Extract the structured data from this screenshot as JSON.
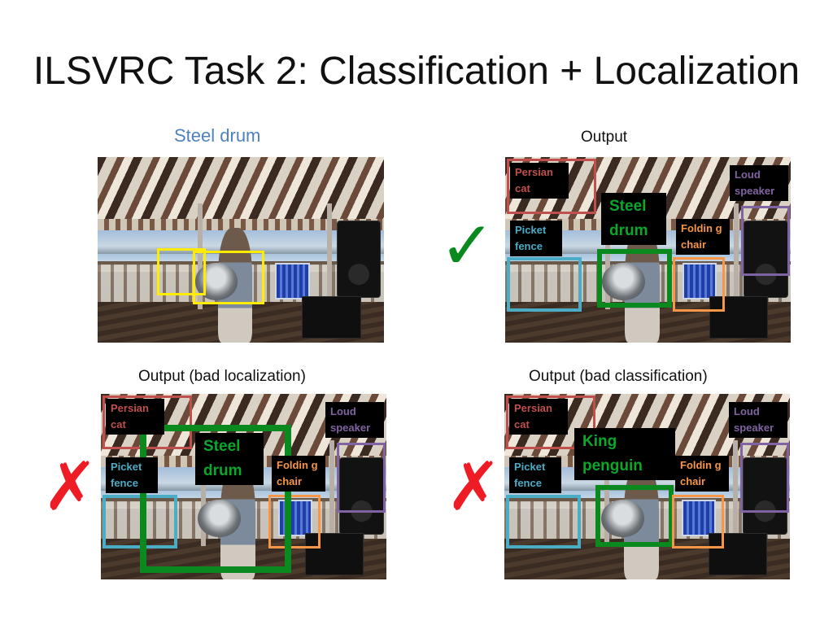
{
  "slide": {
    "title": "ILSVRC Task 2: Classification + Localization"
  },
  "panels": {
    "ground_truth": {
      "caption": "Steel drum",
      "box_color": "#ffec00"
    },
    "output": {
      "caption": "Output",
      "verdict_icon": "checkmark-icon",
      "verdict_symbol": "✓",
      "verdict_color": "#0a8a1e",
      "labels": {
        "persian_cat": "Persian cat",
        "loud_speaker": "Loud speaker",
        "steel_drum": "Steel drum",
        "picket_fence": "Picket fence",
        "folding_chair": "Foldin g chair"
      }
    },
    "bad_localization": {
      "caption": "Output (bad localization)",
      "verdict_icon": "cross-icon",
      "verdict_symbol": "✗",
      "verdict_color": "#ee1c24",
      "labels": {
        "persian_cat": "Persian cat",
        "loud_speaker": "Loud speaker",
        "steel_drum": "Steel drum",
        "picket_fence": "Picket fence",
        "folding_chair": "Foldin g chair"
      }
    },
    "bad_classification": {
      "caption": "Output (bad classification)",
      "verdict_icon": "cross-icon",
      "verdict_symbol": "✗",
      "verdict_color": "#ee1c24",
      "labels": {
        "persian_cat": "Persian cat",
        "loud_speaker": "Loud speaker",
        "king_penguin": "King penguin",
        "picket_fence": "Picket fence",
        "folding_chair": "Foldin g chair"
      }
    }
  },
  "colors": {
    "persian_cat": "#c0504d",
    "loud_speaker": "#8064a2",
    "steel_drum": "#0a8a1e",
    "picket_fence": "#4bacc6",
    "folding_chair": "#f79646",
    "ground_truth": "#ffec00"
  }
}
